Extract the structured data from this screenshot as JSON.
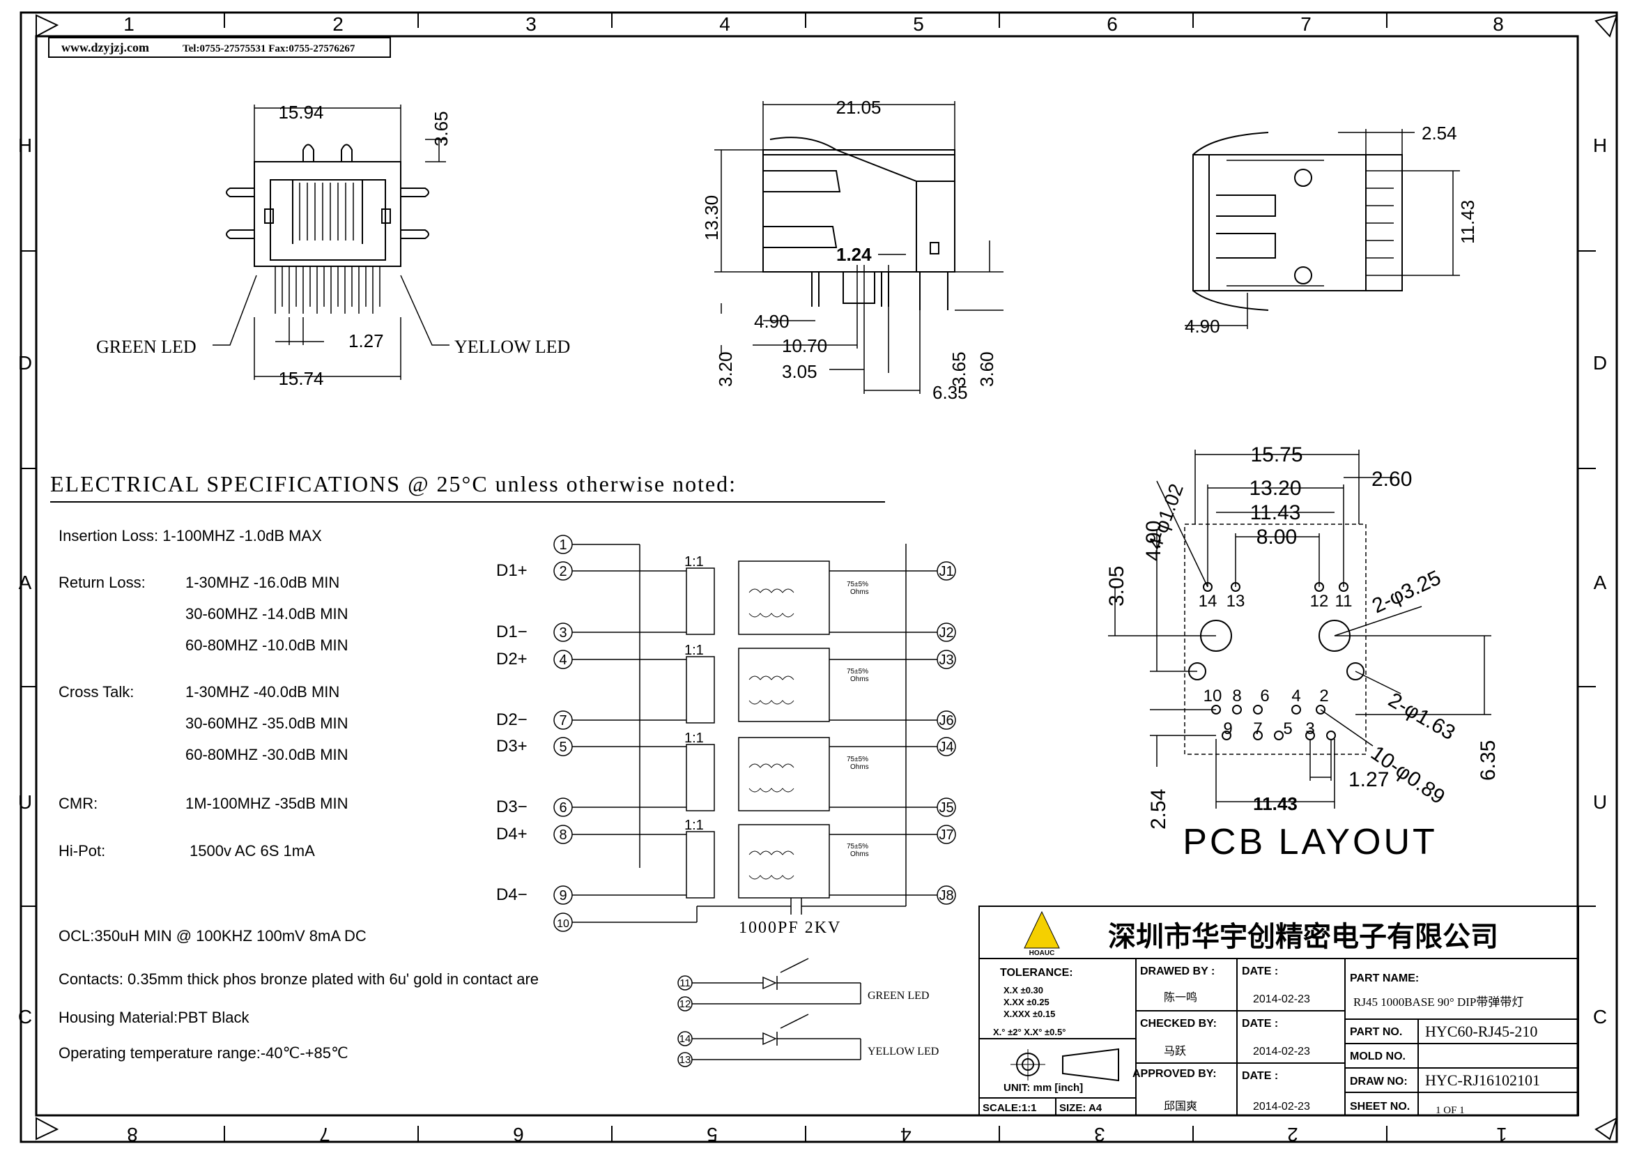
{
  "header": {
    "website": "www.dzyjzj.com",
    "contact": "Tel:0755-27575531  Fax:0755-27576267"
  },
  "border": {
    "top_numbers": [
      "1",
      "2",
      "3",
      "4",
      "5",
      "6",
      "7",
      "8"
    ],
    "bottom_numbers": [
      "8",
      "7",
      "6",
      "5",
      "4",
      "3",
      "2",
      "1"
    ],
    "side_letters": [
      "H",
      "D",
      "A",
      "U",
      "C"
    ]
  },
  "front_view": {
    "dim_top_width": "15.94",
    "dim_top_height": "3.65",
    "dim_pitch": "1.27",
    "dim_bottom_width": "15.74",
    "green_led": "GREEN LED",
    "yellow_led": "YELLOW LED"
  },
  "side_view": {
    "dim_length": "21.05",
    "dim_height": "13.30",
    "dim_pin_width": "1.24",
    "dim_a": "4.90",
    "dim_b": "10.70",
    "dim_c": "3.05",
    "dim_d": "3.20",
    "dim_e": "3.65",
    "dim_f": "3.60",
    "dim_g": "6.35"
  },
  "top_view": {
    "dim_a": "2.54",
    "dim_b": "11.43",
    "dim_c": "4.90"
  },
  "pcb_layout": {
    "title": "PCB LAYOUT",
    "dims": [
      "15.75",
      "13.20",
      "11.43",
      "8.00",
      "2.60",
      "3.05",
      "4.90",
      "2-φ3.25",
      "2-φ1.63",
      "10-φ0.89",
      "1.27",
      "11.43",
      "2.54",
      "6.35"
    ],
    "dim_hole_4": "4-φ1.02",
    "pins_top_row": [
      "14",
      "13",
      "12",
      "11"
    ],
    "pins_mid_row": [
      "10",
      "8",
      "6",
      "4",
      "2"
    ],
    "pins_low_row": [
      "9",
      "7",
      "5",
      "3"
    ]
  },
  "specs": {
    "heading": "ELECTRICAL  SPECIFICATIONS  @  25°C  unless  otherwise  noted:",
    "insertion_loss": "Insertion Loss:  1-100MHZ  -1.0dB MAX",
    "return_loss_label": "Return Loss:",
    "return_loss": [
      "1-30MHZ    -16.0dB MIN",
      "30-60MHZ  -14.0dB MIN",
      "60-80MHZ  -10.0dB MIN"
    ],
    "cross_talk_label": "Cross Talk:",
    "cross_talk": [
      "1-30MHZ    -40.0dB MIN",
      "30-60MHZ  -35.0dB MIN",
      "60-80MHZ  -30.0dB MIN"
    ],
    "cmr_label": "CMR:",
    "cmr": "1M-100MHZ  -35dB MIN",
    "hipot_label": "Hi-Pot:",
    "hipot": "1500v AC 6S 1mA",
    "ocl": "OCL:350uH MIN @ 100KHZ 100mV 8mA DC",
    "contacts": "Contacts: 0.35mm thick phos bronze plated with 6u' gold in contact are",
    "housing": "Housing Material:PBT Black",
    "temp": "Operating temperature range:-40℃-+85℃"
  },
  "schematic": {
    "left_pins": [
      "1",
      "2",
      "3",
      "4",
      "7",
      "5",
      "6",
      "8",
      "9",
      "10"
    ],
    "left_labels": [
      "D1+",
      "D1−",
      "D2+",
      "D2−",
      "D3+",
      "D3−",
      "D4+",
      "D4−"
    ],
    "right_pins": [
      "J1",
      "J2",
      "J3",
      "J6",
      "J4",
      "J5",
      "J7",
      "J8"
    ],
    "ratio": "1:1",
    "resistor": "75±5%",
    "ohms": "Ohms",
    "capacitor": "1000PF  2KV",
    "led_pins": [
      "11",
      "12",
      "14",
      "13"
    ],
    "green_led": "GREEN LED",
    "yellow_led": "YELLOW LED"
  },
  "title_block": {
    "company": "深圳市华宇创精密电子有限公司",
    "logo_text": "HOAUC",
    "tolerance_label": "TOLERANCE:",
    "tolerances": [
      "X.X     ±0.30",
      "X.XX   ±0.25",
      "X.XXX ±0.15"
    ],
    "angles": "X.° ±2°     X.X° ±0.5°",
    "unit": "UNIT:  mm  [inch]",
    "scale": "SCALE:1:1",
    "size": "SIZE:  A4",
    "drawed_by_label": "DRAWED  BY :",
    "drawed_by": "陈一鸣",
    "checked_by_label": "CHECKED  BY:",
    "checked_by": "马跃",
    "approved_by_label": "APPROVED  BY:",
    "approved_by": "邱国爽",
    "date_label": "DATE :",
    "date1": "2014-02-23",
    "date2": "2014-02-23",
    "date3": "2014-02-23",
    "part_name_label": "PART  NAME:",
    "part_name": "RJ45 1000BASE 90°  DIP带弹带灯",
    "part_no_label": "PART  NO.",
    "part_no": "HYC60-RJ45-210",
    "mold_no_label": "MOLD  NO.",
    "draw_no_label": "DRAW  NO:",
    "draw_no": "HYC-RJ16102101",
    "sheet_no_label": "SHEET  NO.",
    "sheet_no": "1  OF  1"
  }
}
